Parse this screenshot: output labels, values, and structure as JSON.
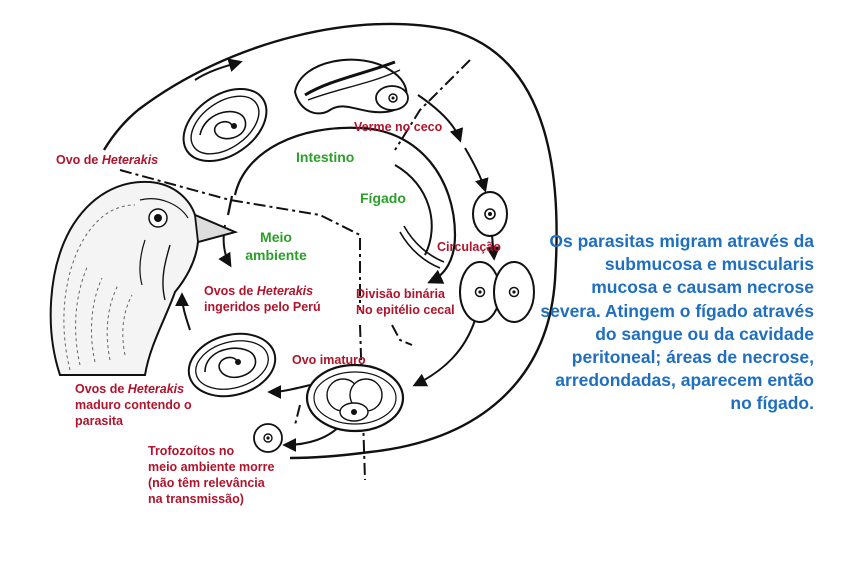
{
  "labels": {
    "egg_heterakis_pre": "Ovo de ",
    "egg_heterakis_em": "Heterakis",
    "worm_cecum": "Verme no ceco",
    "circulation": "Circulação",
    "binary_division_line1": "Divisão binária",
    "binary_division_line2": "No epitélio cecal",
    "eggs_ingested_pre": "Ovos de ",
    "eggs_ingested_em": "Heterakis",
    "eggs_ingested_line2": "ingeridos pelo Perú",
    "immature_egg": "Ovo imaturo",
    "mature_eggs_pre": "Ovos de ",
    "mature_eggs_em": "Heterakis",
    "mature_eggs_line2": "maduro contendo o",
    "mature_eggs_line3": "parasita",
    "trophozoites_line1": "Trofozoítos no",
    "trophozoites_line2": "meio ambiente morre",
    "trophozoites_line3": "(não têm relevância",
    "trophozoites_line4": "na transmissão)"
  },
  "zones": {
    "intestine": "Intestino",
    "liver": "Fígado",
    "environment_line1": "Meio",
    "environment_line2": "ambiente"
  },
  "description": "Os parasitas migram através da submucosa e muscularis mucosa e causam necrose severa. Atingem o fígado através do sangue ou da cavidade peritoneal; áreas de necrose, arredondadas, aparecem então no fígado.",
  "colors": {
    "label_red": "#b0142c",
    "zone_green": "#2aa02a",
    "text_blue": "#1f6fc0",
    "line": "#111111"
  },
  "icons": [
    "turkey-head-icon",
    "egg-icon",
    "worm-icon",
    "cell-icon",
    "arrow-icon"
  ]
}
